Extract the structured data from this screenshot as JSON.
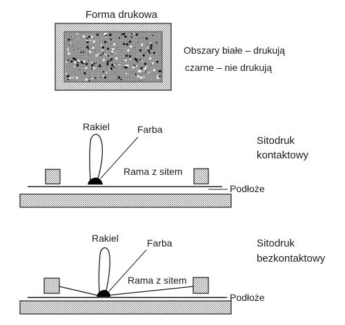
{
  "top": {
    "title": "Forma drukowa",
    "note_line1": "Obszary białe – drukują",
    "note_line2": "czarne – nie drukują"
  },
  "contact": {
    "squeegee_label": "Rakiel",
    "ink_label": "Farba",
    "frame_label": "Rama z sitem",
    "substrate_label": "Podłoże",
    "method_line1": "Sitodruk",
    "method_line2": "kontaktowy"
  },
  "offcontact": {
    "squeegee_label": "Rakiel",
    "ink_label": "Farba",
    "frame_label": "Rama z sitem",
    "substrate_label": "Podłoże",
    "method_line1": "Sitodruk",
    "method_line2": "bezkontaktowy"
  },
  "colors": {
    "stroke": "#1a1a1a",
    "dither_fill": "#cfcfcf",
    "stencil_bg": "#8a8a8a",
    "ink": "#000000"
  }
}
